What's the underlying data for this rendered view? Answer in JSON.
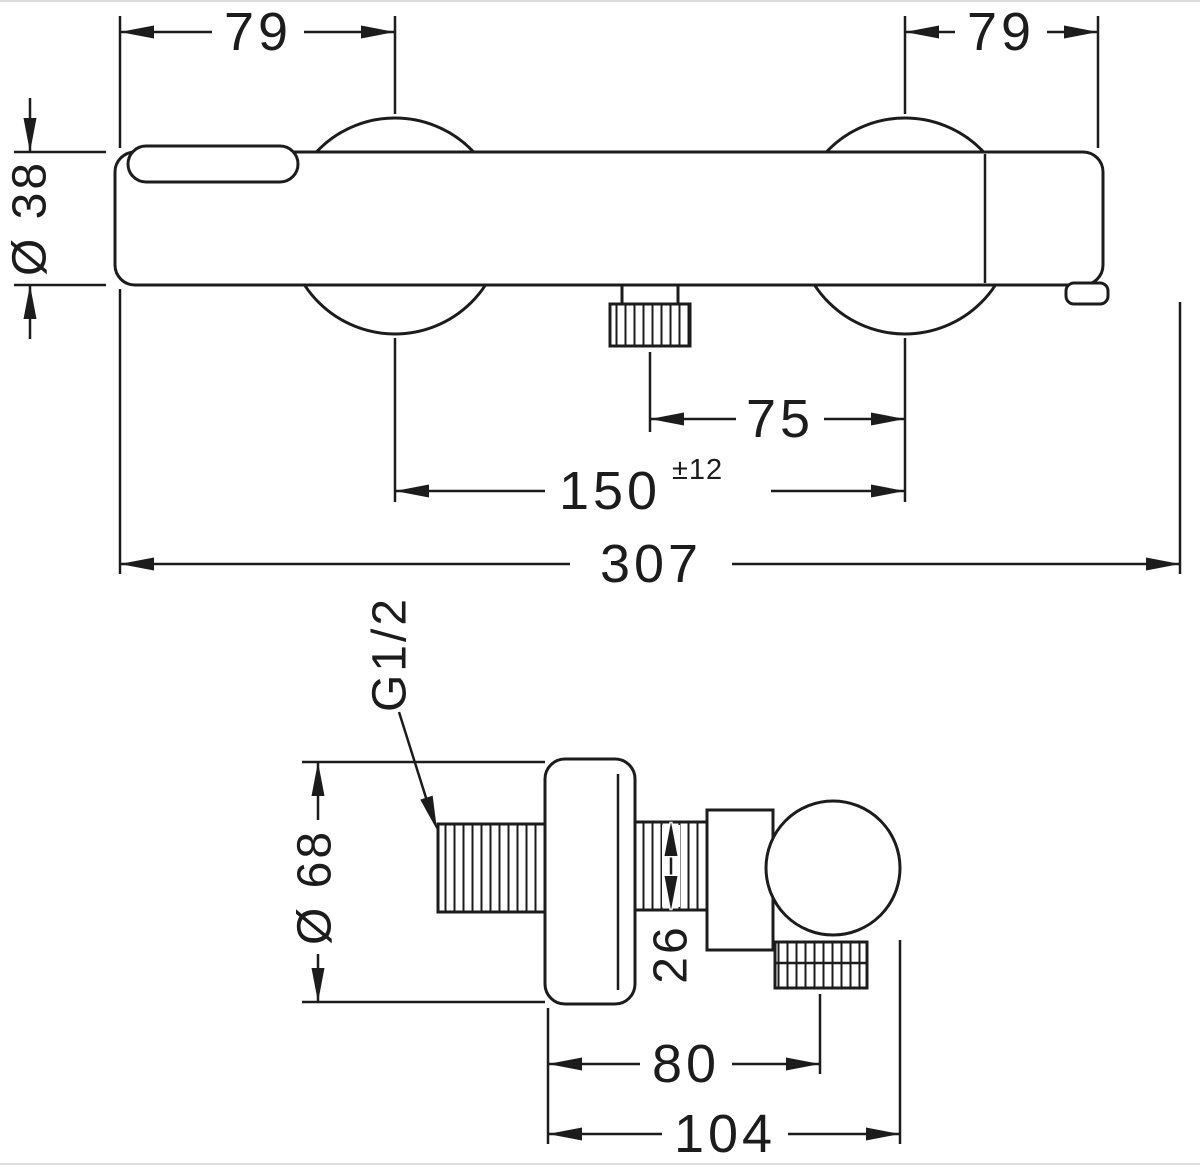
{
  "page": {
    "line_color": "#1c1c1c",
    "background": "#ffffff"
  },
  "front_view": {
    "dim_handle_left": "79",
    "dim_handle_right": "79",
    "dim_bar_diameter": "Ø 38",
    "dim_outlet_to_connection": "75",
    "dim_connection_spacing": "150",
    "dim_connection_spacing_tolerance": "±12",
    "dim_overall_width": "307"
  },
  "side_view": {
    "thread_label": "G1/2",
    "dim_escutcheon_diameter": "Ø 68",
    "dim_connector_diameter": "26",
    "dim_wall_to_outlet": "80",
    "dim_overall_depth": "104"
  }
}
